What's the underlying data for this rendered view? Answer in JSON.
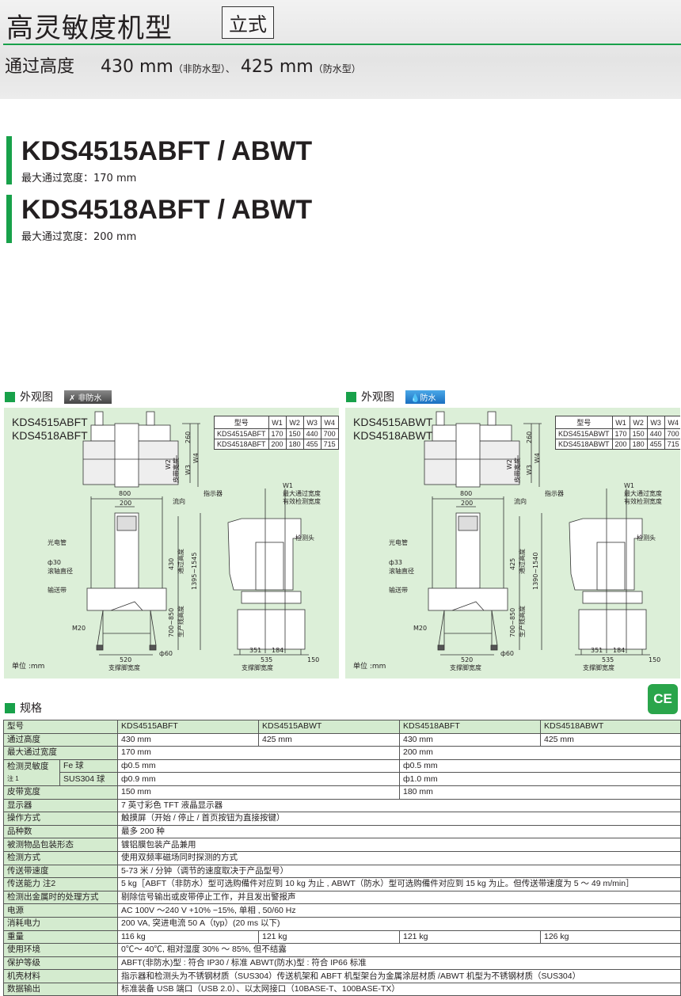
{
  "header": {
    "title": "高灵敏度机型",
    "tag": "立式",
    "pass_label": "通过高度",
    "h1": "430 mm",
    "h1_note": "（非防水型）、",
    "h2": "425 mm",
    "h2_note": "（防水型）"
  },
  "models": [
    {
      "name": "KDS4515ABFT / ABWT",
      "width": "最大通过宽度：170 mm"
    },
    {
      "name": "KDS4518ABFT / ABWT",
      "width": "最大通过宽度：200 mm"
    }
  ],
  "colors": {
    "accent": "#18a14a",
    "panel": "#dcefd8",
    "label_bg": "#d4ebcf"
  },
  "diagrams": [
    {
      "section": "外观图",
      "badge": "非防水",
      "badge_icon": "no-water-icon",
      "models": [
        "KDS4515ABFT",
        "KDS4518ABFT"
      ],
      "table": {
        "headers": [
          "型号",
          "W1",
          "W2",
          "W3",
          "W4"
        ],
        "rows": [
          [
            "KDS4515ABFT",
            "170",
            "150",
            "440",
            "700"
          ],
          [
            "KDS4518ABFT",
            "200",
            "180",
            "455",
            "715"
          ]
        ]
      },
      "labels": {
        "d260": "260",
        "w4": "W4",
        "w3": "W3",
        "w2": "W2",
        "belt_w": "皮带宽度",
        "d800": "800",
        "d200": "200",
        "flow": "流向",
        "indicator": "指示器",
        "w1": "W1",
        "max_w": "最大通过宽度",
        "eff_w": "有效检测宽度",
        "sensor": "光电管",
        "roller": "ф30",
        "roller_d": "滚轴直径",
        "conveyor": "输送带",
        "head": "检测头",
        "pass_h": "430",
        "pass_h_l": "通过高度",
        "line_h": "700~850",
        "line_h_l": "生产线高度",
        "total_h": "1395~1545",
        "m20": "M20",
        "d520": "520",
        "support": "支撑脚宽度",
        "phi60": "ф60",
        "d351": "351",
        "d184": "184",
        "d535": "535",
        "d150": "150",
        "support2": "支撑脚宽度",
        "unit": "单位 :mm"
      }
    },
    {
      "section": "外观图",
      "badge": "防水",
      "badge_icon": "water-drop-icon",
      "models": [
        "KDS4515ABWT",
        "KDS4518ABWT"
      ],
      "table": {
        "headers": [
          "型号",
          "W1",
          "W2",
          "W3",
          "W4"
        ],
        "rows": [
          [
            "KDS4515ABWT",
            "170",
            "150",
            "440",
            "700"
          ],
          [
            "KDS4518ABWT",
            "200",
            "180",
            "455",
            "715"
          ]
        ]
      },
      "labels": {
        "d260": "260",
        "w4": "W4",
        "w3": "W3",
        "w2": "W2",
        "belt_w": "皮带宽度",
        "d800": "800",
        "d200": "200",
        "flow": "流向",
        "indicator": "指示器",
        "w1": "W1",
        "max_w": "最大通过宽度",
        "eff_w": "有效检测宽度",
        "sensor": "光电管",
        "roller": "ф33",
        "roller_d": "滚轴直径",
        "conveyor": "输送带",
        "head": "检测头",
        "pass_h": "425",
        "pass_h_l": "通过高度",
        "line_h": "700~850",
        "line_h_l": "生产线高度",
        "total_h": "1390~1540",
        "m20": "M20",
        "d520": "520",
        "support": "支撑脚宽度",
        "phi60": "ф60",
        "d351": "351",
        "d184": "184",
        "d535": "535",
        "d150": "150",
        "support2": "支撑脚宽度",
        "unit": "单位 :mm"
      }
    }
  ],
  "spec": {
    "section": "规格",
    "ce": "CE",
    "model_label": "型号",
    "models": [
      "KDS4515ABFT",
      "KDS4515ABWT",
      "KDS4518ABFT",
      "KDS4518ABWT"
    ],
    "pass_height": {
      "label": "通过高度",
      "values": [
        "430 mm",
        "425 mm",
        "430 mm",
        "425 mm"
      ]
    },
    "max_width": {
      "label": "最大通过宽度",
      "values": [
        "170 mm",
        "200 mm"
      ]
    },
    "sensitivity": {
      "label": "检测灵敏度",
      "note": "注 1",
      "fe_label": "Fe 球",
      "fe": [
        "ф0.5 mm",
        "ф0.5 mm"
      ],
      "sus_label": "SUS304 球",
      "sus": [
        "ф0.9 mm",
        "ф1.0 mm"
      ]
    },
    "belt_width": {
      "label": "皮带宽度",
      "values": [
        "150 mm",
        "180 mm"
      ]
    },
    "rows1": [
      {
        "label": "显示器",
        "value": "7 英寸彩色 TFT 液晶显示器"
      },
      {
        "label": "操作方式",
        "value": "触摸屏（开始 / 停止 / 首页按钮为直接按键）"
      },
      {
        "label": "品种数",
        "value": "最多 200 种"
      },
      {
        "label": "被测物品包装形态",
        "value": "镀铝膜包装产品兼用"
      },
      {
        "label": "检测方式",
        "value": "使用双频率磁场同时探测的方式"
      },
      {
        "label": "传送带速度",
        "value": "5-73 米 / 分钟（调节的速度取决于产品型号）"
      },
      {
        "label": "传送能力 注2",
        "value": "5 kg［ABFT（非防水）型可选购備件对应到 10 kg 为止 , ABWT（防水）型可选购備件对应到 15 kg 为止。但传送带速度为 5 ～ 49 m/min］"
      },
      {
        "label": "检测出金属时的处理方式",
        "value": "剔除信号输出或皮带停止工作，并且发出警报声"
      },
      {
        "label": "电源",
        "value": "AC 100V ～240 V +10%  −15%, 单相 , 50/60 Hz"
      },
      {
        "label": "消耗电力",
        "value": "200 VA, 突进电流 50 A（typ）(20 ms 以下)"
      }
    ],
    "weight": {
      "label": "重量",
      "values": [
        "116 kg",
        "121 kg",
        "121 kg",
        "126 kg"
      ]
    },
    "rows2": [
      {
        "label": "使用环境",
        "value": "0℃～ 40℃, 相对湿度 30% ～ 85%, 但不结露"
      },
      {
        "label": "保护等级",
        "value": "ABFT(非防水)型 : 符合 IP30 / 标准 ABWT(防水)型 : 符合 IP66 标准"
      },
      {
        "label": "机壳材料",
        "value": "指示器和检测头为不锈钢材质（SUS304）传送机架和 ABFT 机型架台为金属涂层材质 /ABWT 机型为不锈钢材质（SUS304）"
      },
      {
        "label": "数据输出",
        "value": "标准装备 USB 端口（USB 2.0）、以太网接口（10BASE-T、100BASE-TX）"
      }
    ]
  }
}
